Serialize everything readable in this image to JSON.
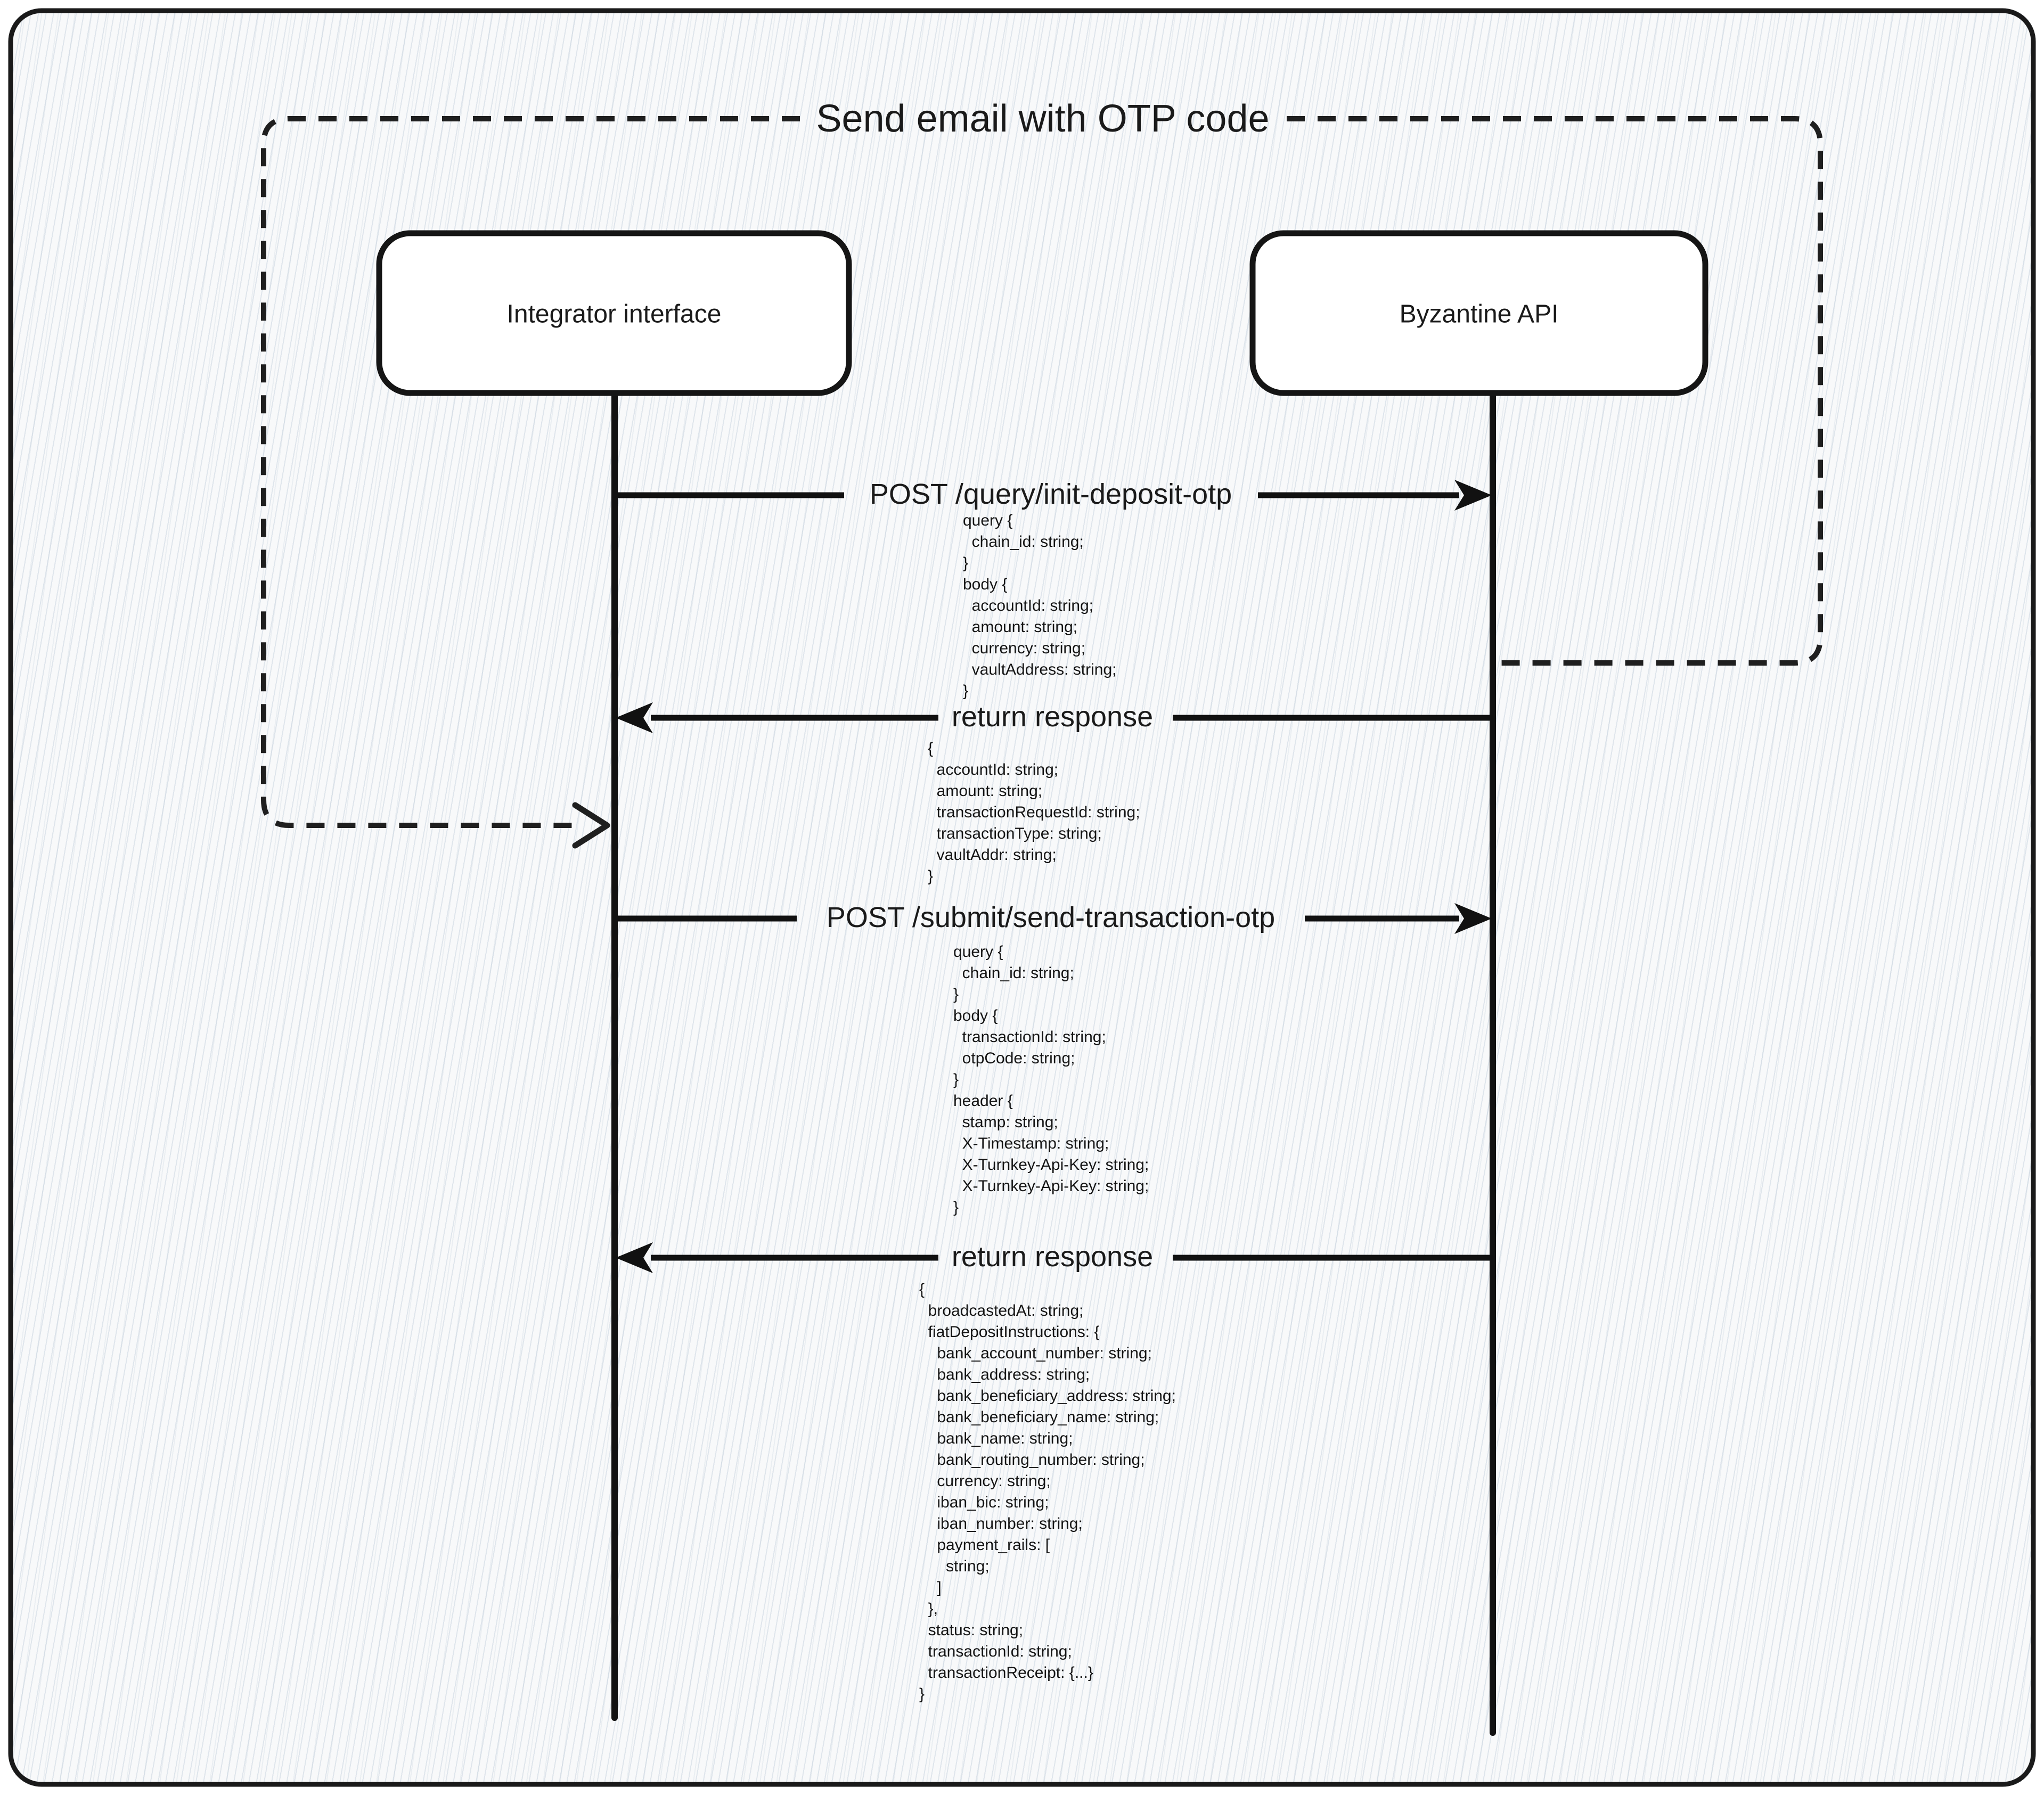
{
  "diagram": {
    "title": "Send email with OTP code",
    "actors": [
      {
        "id": "integrator",
        "label": "Integrator interface"
      },
      {
        "id": "byzantine",
        "label": "Byzantine API"
      }
    ],
    "messages": [
      {
        "label": "POST /query/init-deposit-otp",
        "from": "integrator",
        "to": "byzantine",
        "direction": "right",
        "line_style": "solid",
        "payload": "query {\n  chain_id: string;\n}\nbody {\n  accountId: string;\n  amount: string;\n  currency: string;\n  vaultAddress: string;\n}"
      },
      {
        "label": "return response",
        "from": "byzantine",
        "to": "integrator",
        "direction": "left",
        "line_style": "solid",
        "payload": "{\n  accountId: string;\n  amount: string;\n  transactionRequestId: string;\n  transactionType: string;\n  vaultAddr: string;\n}"
      },
      {
        "label": "POST /submit/send-transaction-otp",
        "from": "integrator",
        "to": "byzantine",
        "direction": "right",
        "line_style": "solid",
        "payload": "query {\n  chain_id: string;\n}\nbody {\n  transactionId: string;\n  otpCode: string;\n}\nheader {\n  stamp: string;\n  X-Timestamp: string;\n  X-Turnkey-Api-Key: string;\n  X-Turnkey-Api-Key: string;\n}"
      },
      {
        "label": "return response",
        "from": "byzantine",
        "to": "integrator",
        "direction": "left",
        "line_style": "solid",
        "payload": "{\n  broadcastedAt: string;\n  fiatDepositInstructions: {\n    bank_account_number: string;\n    bank_address: string;\n    bank_beneficiary_address: string;\n    bank_beneficiary_name: string;\n    bank_name: string;\n    bank_routing_number: string;\n    currency: string;\n    iban_bic: string;\n    iban_number: string;\n    payment_rails: [\n      string;\n    ]\n  },\n  status: string;\n  transactionId: string;\n  transactionReceipt: {...}\n}"
      }
    ],
    "otp_group": {
      "style": "dashed-rounded-frame",
      "connects_to": "both lifelines"
    },
    "colors": {
      "ink": "#1a1a1a",
      "background": "#f8f9fa",
      "hatch": "#bac8d6",
      "actor_fill": "#ffffff"
    }
  }
}
